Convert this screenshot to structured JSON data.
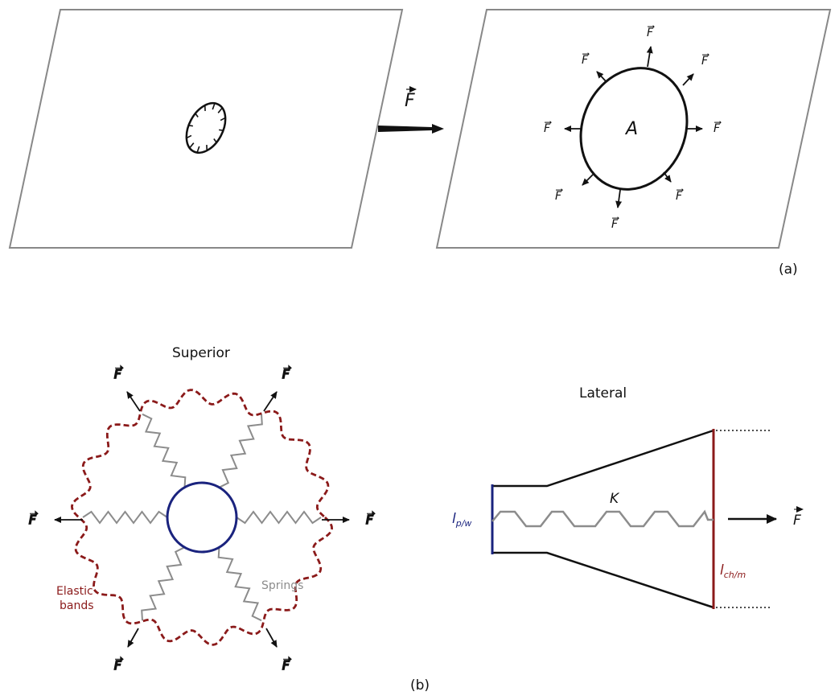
{
  "panel_a": {
    "label": "(a)",
    "force_symbol": "F",
    "area_label": "A"
  },
  "panel_b": {
    "label": "(b)",
    "superior_title": "Superior",
    "lateral_title": "Lateral",
    "elastic_bands_label_line1": "Elastic",
    "elastic_bands_label_line2": "bands",
    "springs_label": "Springs",
    "spring_constant": "K",
    "left_length_main": "l",
    "left_length_sub": "p/w",
    "right_length_main": "l",
    "right_length_sub": "ch/m",
    "force_symbol": "F"
  },
  "colors": {
    "elastic": "#8b1a1a",
    "inner_circle": "#1a237e",
    "spring": "#8c8c8c",
    "outline": "#888888",
    "ink": "#111111"
  }
}
